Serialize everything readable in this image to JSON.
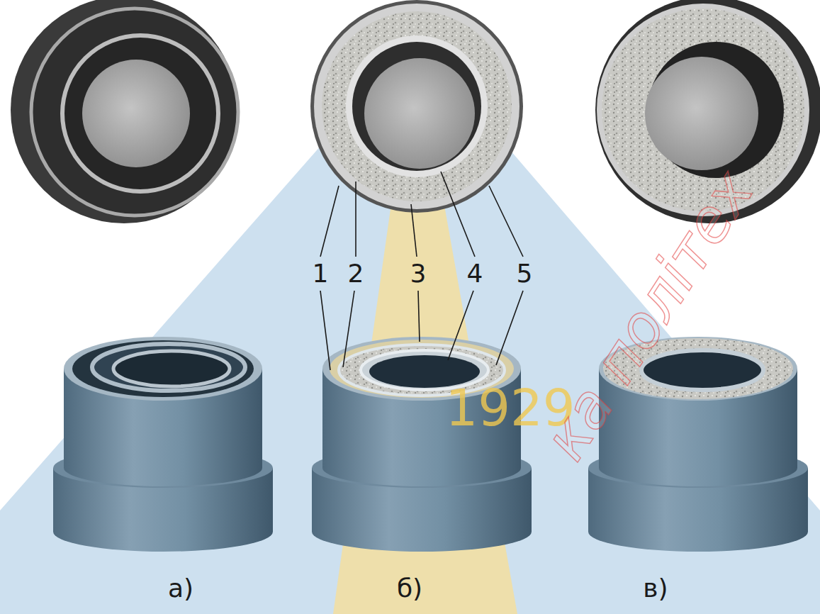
{
  "diagram": {
    "labels": [
      "1",
      "2",
      "3",
      "4",
      "5",
      "а)",
      "б)",
      "в)",
      "1929",
      "ка політех"
    ]
  }
}
